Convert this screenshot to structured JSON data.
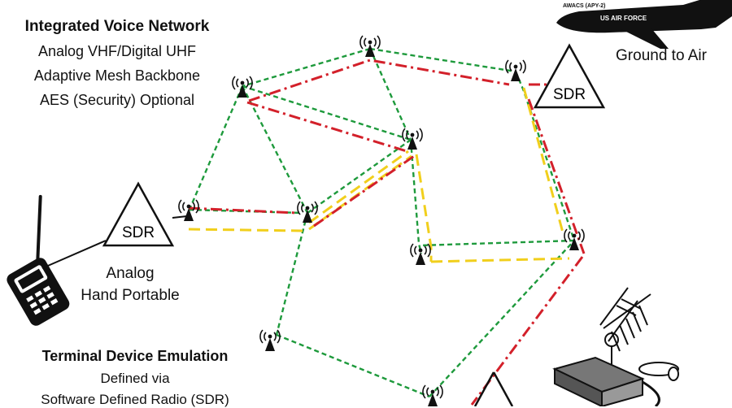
{
  "header": {
    "title": "Integrated Voice Network",
    "lines": [
      "Analog VHF/Digital UHF",
      "Adaptive Mesh Backbone",
      "AES (Security) Optional"
    ]
  },
  "aircraft": {
    "label_top": "AWACS (APY-2)",
    "label_body": "US AIR FORCE",
    "caption": "Ground to Air"
  },
  "sdr_labels": {
    "left": "SDR",
    "right": "SDR"
  },
  "handheld": {
    "caption_line1": "Analog",
    "caption_line2": "Hand Portable"
  },
  "footer": {
    "title": "Terminal Device Emulation",
    "line1": "Defined via",
    "line2": "Software Defined Radio (SDR)"
  },
  "colors": {
    "mesh_green": "#1e9a3c",
    "route_red": "#d3202a",
    "route_yellow": "#f1cf1c",
    "ink": "#111111"
  },
  "icons": {
    "node": "radio-tower-icon",
    "aircraft": "awacs-aircraft-icon",
    "sdr": "sdr-triangle-icon",
    "handheld": "handheld-radio-icon",
    "base_station": "base-station-radio-icon",
    "antenna": "yagi-antenna-icon"
  }
}
